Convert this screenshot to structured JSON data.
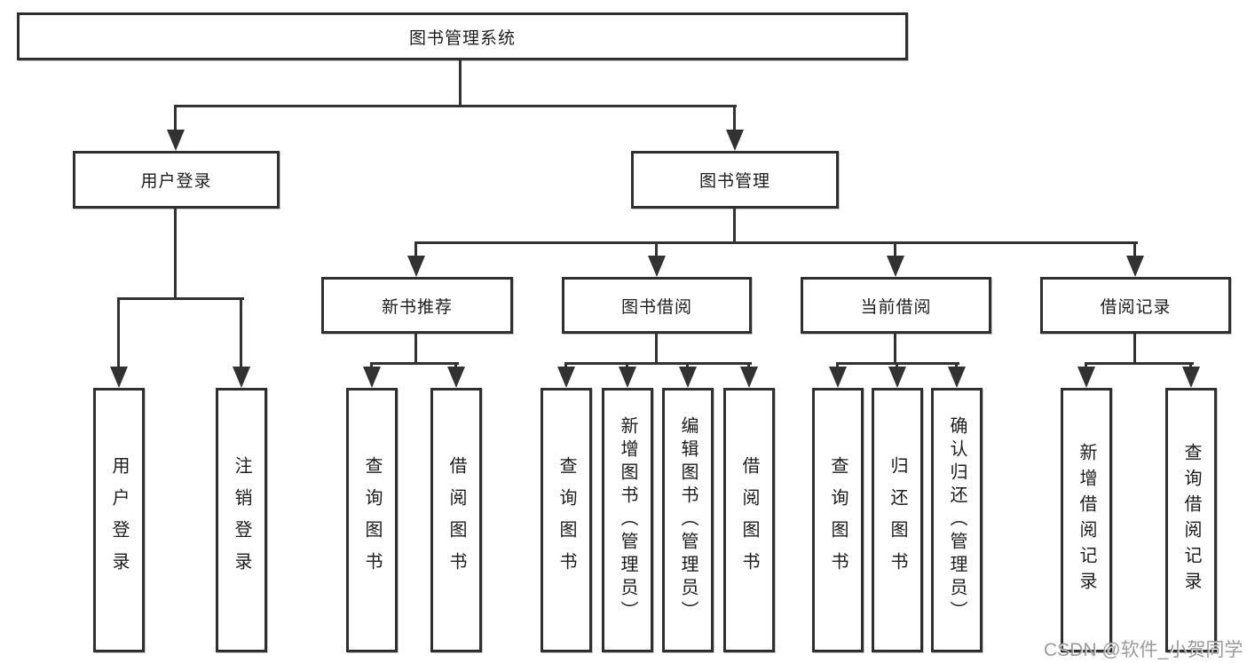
{
  "colors": {
    "line": "#323232",
    "box_border": "#2f2f2f",
    "text": "#1c1c1c",
    "watermark": "#8a8a8a",
    "background": "#ffffff"
  },
  "watermark": {
    "text": "CSDN @软件_小贺同学"
  },
  "tree": {
    "root": {
      "label": "图书管理系统"
    },
    "login": {
      "label": "用户登录",
      "children": [
        {
          "label": "用户登录"
        },
        {
          "label": "注销登录"
        }
      ]
    },
    "mgmt": {
      "label": "图书管理",
      "sections": [
        {
          "label": "新书推荐",
          "children": [
            {
              "label": "查询图书"
            },
            {
              "label": "借阅图书"
            }
          ]
        },
        {
          "label": "图书借阅",
          "children": [
            {
              "label": "查询图书"
            },
            {
              "label": "新增图书（管理员）"
            },
            {
              "label": "编辑图书（管理员）"
            },
            {
              "label": "借阅图书"
            }
          ]
        },
        {
          "label": "当前借阅",
          "children": [
            {
              "label": "查询图书"
            },
            {
              "label": "归还图书"
            },
            {
              "label": "确认归还（管理员）"
            }
          ]
        },
        {
          "label": "借阅记录",
          "children": [
            {
              "label": "新增借阅记录"
            },
            {
              "label": "查询借阅记录"
            }
          ]
        }
      ]
    }
  }
}
